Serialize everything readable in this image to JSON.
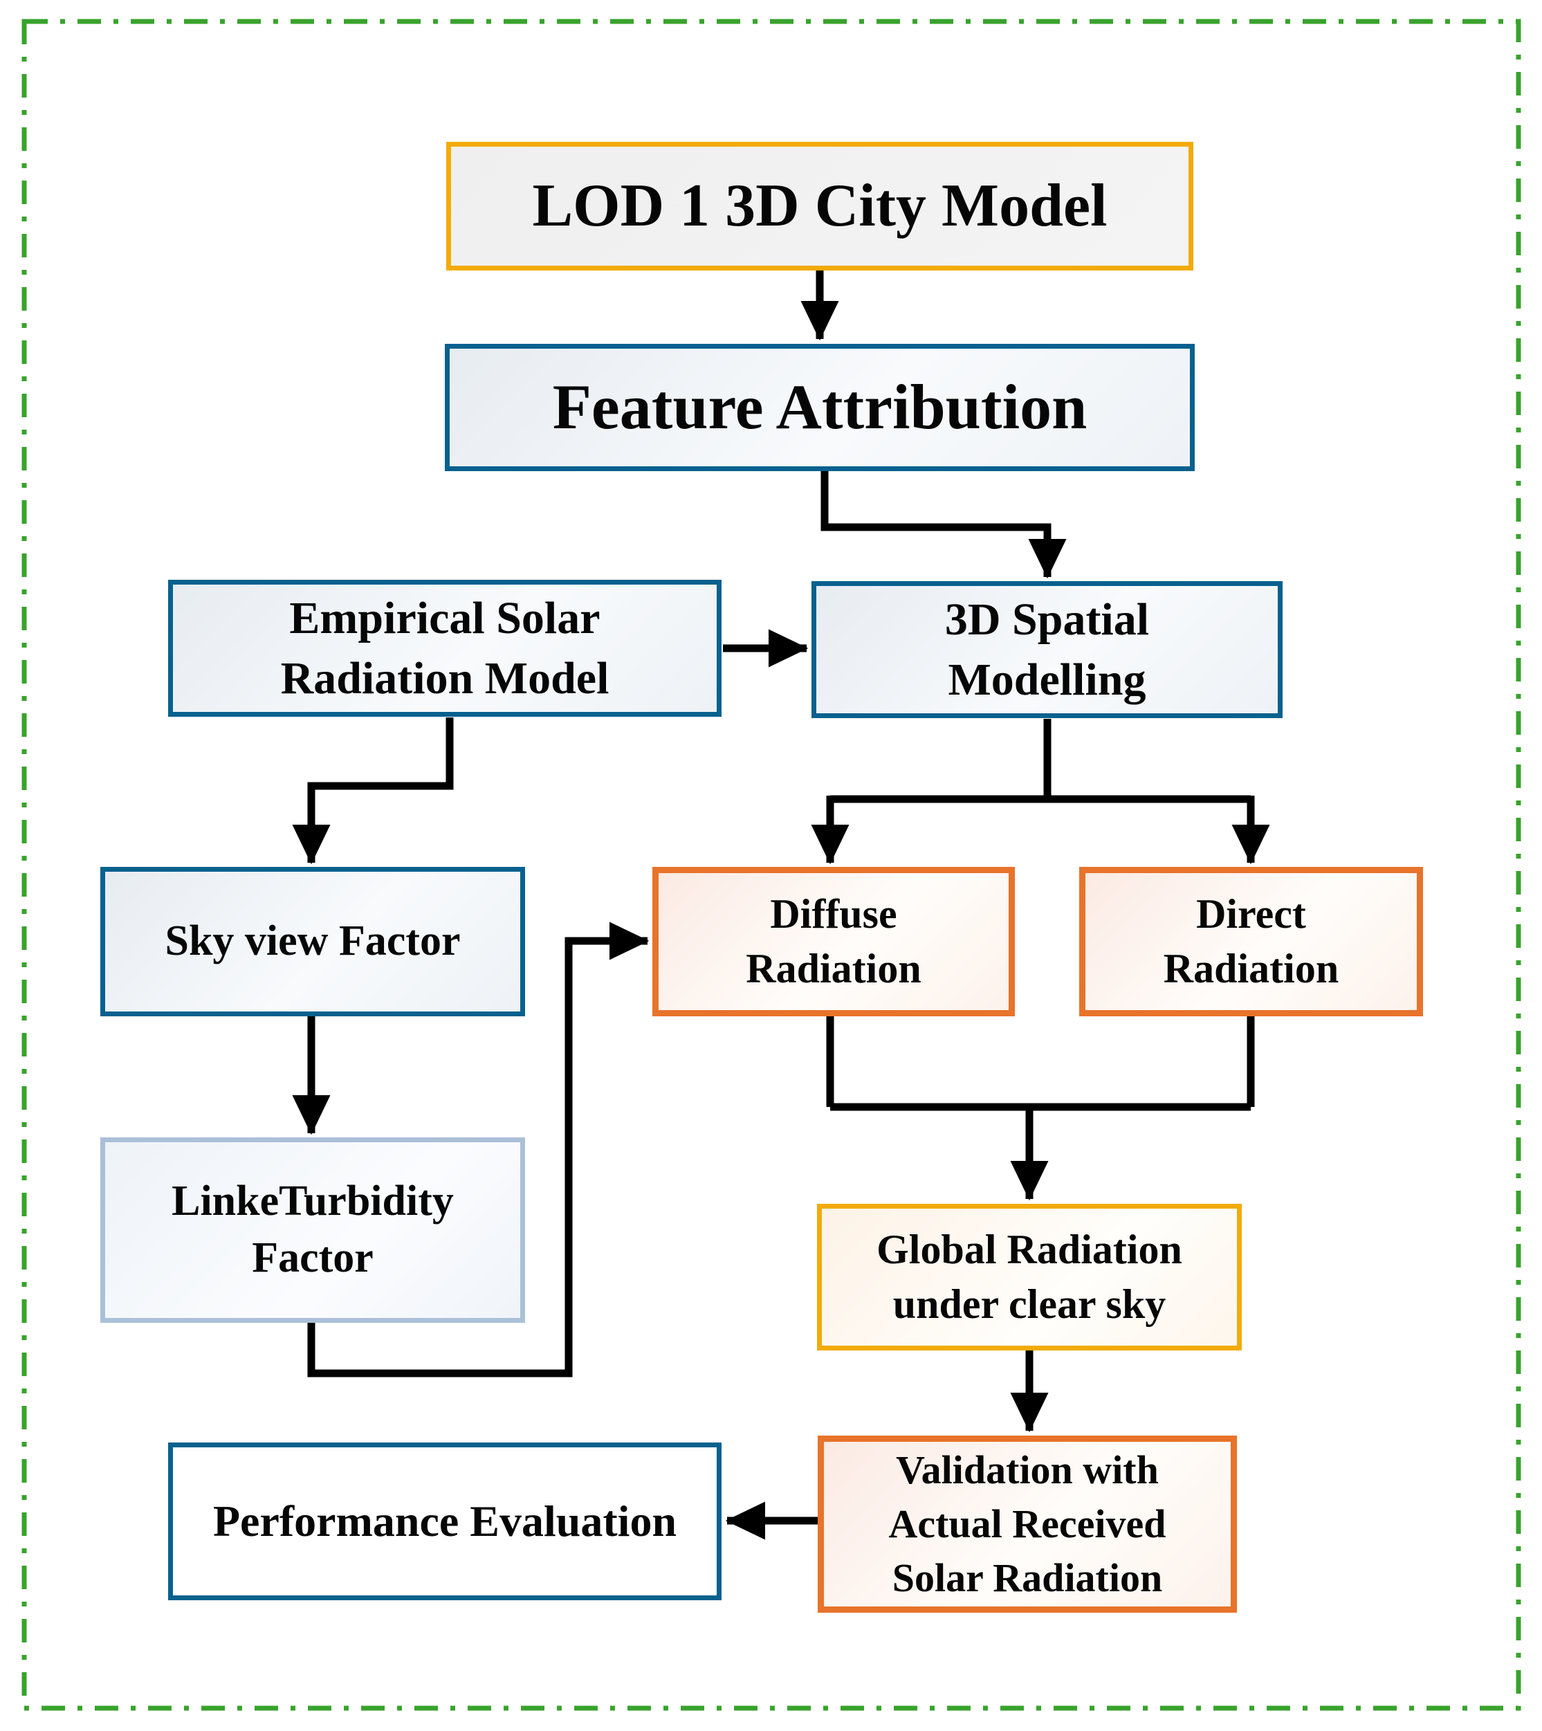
{
  "diagram": {
    "type": "flowchart",
    "frame": {
      "style": "dash-dot",
      "color": "#38A32C"
    },
    "arrow_color": "#000000",
    "colors": {
      "teal_border": "#07618E",
      "amber_border": "#F2AB08",
      "orange_border": "#E8732A",
      "steel_border": "#AAC0D8",
      "text": "#060606"
    },
    "nodes": [
      {
        "id": "lod",
        "label": "LOD 1 3D City Model",
        "border": "#F2AB08"
      },
      {
        "id": "feature",
        "label": "Feature Attribution",
        "border": "#07618E"
      },
      {
        "id": "empirical",
        "label": "Empirical Solar\nRadiation Model",
        "border": "#07618E"
      },
      {
        "id": "spatial",
        "label": "3D Spatial\nModelling",
        "border": "#07618E"
      },
      {
        "id": "skyview",
        "label": "Sky view Factor",
        "border": "#07618E"
      },
      {
        "id": "linke",
        "label": "LinkeTurbidity\nFactor",
        "border": "#AAC0D8"
      },
      {
        "id": "diffuse",
        "label": "Diffuse\nRadiation",
        "border": "#E8732A"
      },
      {
        "id": "direct",
        "label": "Direct\nRadiation",
        "border": "#E8732A"
      },
      {
        "id": "global",
        "label": "Global Radiation\nunder clear sky",
        "border": "#F2AB08"
      },
      {
        "id": "validation",
        "label": "Validation with\nActual Received\nSolar Radiation",
        "border": "#E8732A"
      },
      {
        "id": "performance",
        "label": "Performance Evaluation",
        "border": "#07618E"
      }
    ],
    "edges": [
      {
        "from": "lod",
        "to": "feature"
      },
      {
        "from": "feature",
        "to": "spatial"
      },
      {
        "from": "empirical",
        "to": "spatial"
      },
      {
        "from": "empirical",
        "to": "skyview"
      },
      {
        "from": "spatial",
        "to": "diffuse"
      },
      {
        "from": "spatial",
        "to": "direct"
      },
      {
        "from": "skyview",
        "to": "linke"
      },
      {
        "from": "linke",
        "to": "diffuse"
      },
      {
        "from": "diffuse",
        "to": "global"
      },
      {
        "from": "direct",
        "to": "global"
      },
      {
        "from": "global",
        "to": "validation"
      },
      {
        "from": "validation",
        "to": "performance"
      }
    ]
  }
}
